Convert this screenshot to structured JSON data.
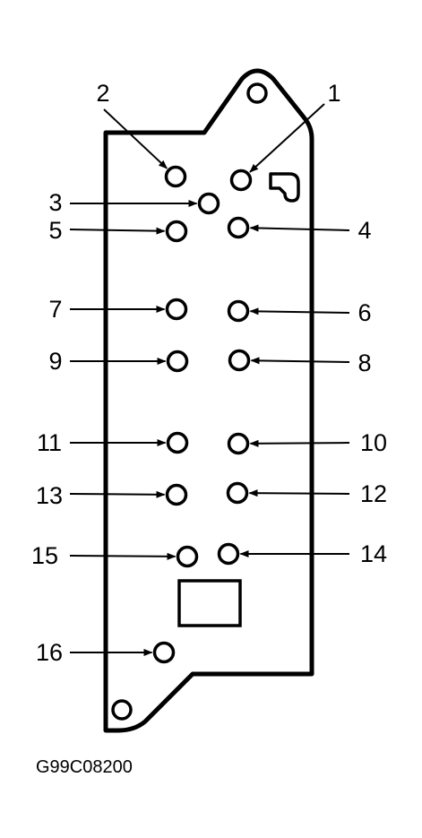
{
  "figure_code": "G99C08200",
  "pins": [
    {
      "label": "1"
    },
    {
      "label": "2"
    },
    {
      "label": "3"
    },
    {
      "label": "4"
    },
    {
      "label": "5"
    },
    {
      "label": "6"
    },
    {
      "label": "7"
    },
    {
      "label": "8"
    },
    {
      "label": "9"
    },
    {
      "label": "10"
    },
    {
      "label": "11"
    },
    {
      "label": "12"
    },
    {
      "label": "13"
    },
    {
      "label": "14"
    },
    {
      "label": "15"
    },
    {
      "label": "16"
    }
  ]
}
